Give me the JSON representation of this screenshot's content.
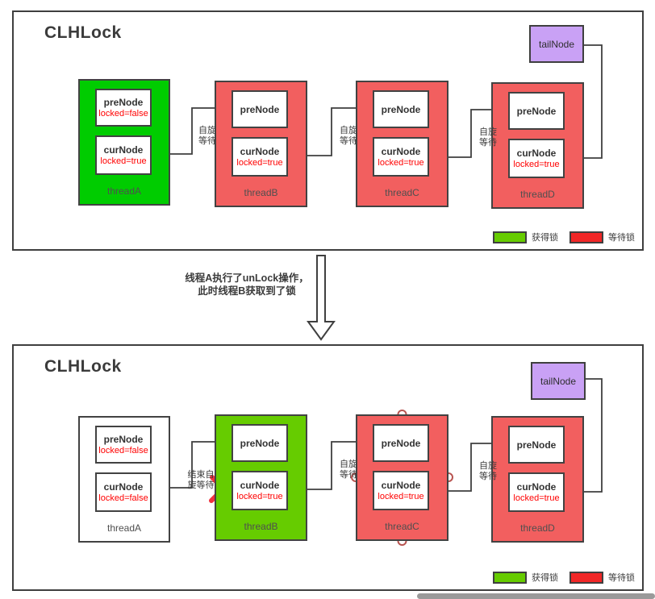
{
  "colors": {
    "panel_border": "#3f3f3f",
    "connector": "#3f3f3f",
    "thread_waiting": "#f25f5f",
    "thread_acquired_top": "#00cc00",
    "thread_acquired_bottom": "#66cc00",
    "tail_node_fill": "#c9a1f5",
    "legend_acquired": "#66cc00",
    "legend_waiting": "#f12727",
    "status_text": "#ff0000",
    "cross_mark": "#f0323e"
  },
  "panels": [
    {
      "title": "CLHLock",
      "tail_node_label": "tailNode",
      "threads": [
        {
          "name": "threadA",
          "state": "acquired",
          "pre_label": "preNode",
          "pre_status": "locked=false",
          "cur_label": "curNode",
          "cur_status": "locked=true",
          "spin_label": ""
        },
        {
          "name": "threadB",
          "state": "waiting",
          "pre_label": "preNode",
          "pre_status": "",
          "cur_label": "curNode",
          "cur_status": "locked=true",
          "spin_label": "自旋\n等待"
        },
        {
          "name": "threadC",
          "state": "waiting",
          "pre_label": "preNode",
          "pre_status": "",
          "cur_label": "curNode",
          "cur_status": "locked=true",
          "spin_label": "自旋\n等待"
        },
        {
          "name": "threadD",
          "state": "waiting",
          "pre_label": "preNode",
          "pre_status": "",
          "cur_label": "curNode",
          "cur_status": "locked=true",
          "spin_label": "自旋\n等待"
        }
      ],
      "legend": [
        {
          "label": "获得锁",
          "color": "#66cc00"
        },
        {
          "label": "等待锁",
          "color": "#f12727"
        }
      ]
    },
    {
      "title": "CLHLock",
      "tail_node_label": "tailNode",
      "threads": [
        {
          "name": "threadA",
          "state": "released",
          "pre_label": "preNode",
          "pre_status": "locked=false",
          "cur_label": "curNode",
          "cur_status": "locked=false",
          "spin_label": ""
        },
        {
          "name": "threadB",
          "state": "acquired",
          "pre_label": "preNode",
          "pre_status": "",
          "cur_label": "curNode",
          "cur_status": "locked=true",
          "spin_label": "结束自\n旋等待"
        },
        {
          "name": "threadC",
          "state": "waiting",
          "pre_label": "preNode",
          "pre_status": "",
          "cur_label": "curNode",
          "cur_status": "locked=true",
          "spin_label": "自旋\n等待"
        },
        {
          "name": "threadD",
          "state": "waiting",
          "pre_label": "preNode",
          "pre_status": "",
          "cur_label": "curNode",
          "cur_status": "locked=true",
          "spin_label": "自旋\n等待"
        }
      ],
      "legend": [
        {
          "label": "获得锁",
          "color": "#66cc00"
        },
        {
          "label": "等待锁",
          "color": "#f12727"
        }
      ]
    }
  ],
  "transition": {
    "line1": "线程A执行了unLock操作，",
    "line2": "此时线程B获取到了锁"
  }
}
